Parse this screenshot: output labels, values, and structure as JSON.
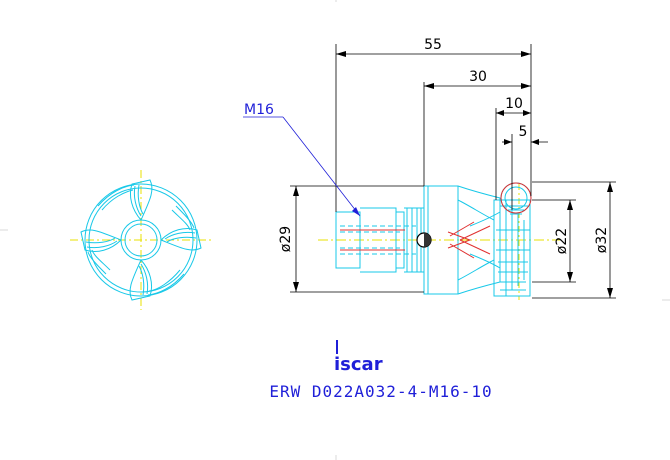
{
  "dimensions": {
    "overall_length": "55",
    "shank_to_tip": "30",
    "head_length": "10",
    "flute_offset": "5",
    "shank_diameter": "ø29",
    "cut_diameter": "ø22",
    "outer_diameter": "ø32"
  },
  "thread_label": "M16",
  "brand": "iscar",
  "part_number": "ERW D022A032-4-M16-10",
  "colors": {
    "background": "#ffffff",
    "outline": "#18c8e8",
    "centerline": "#e8e000",
    "dimension": "#000000",
    "annotation": "#1f1fd8",
    "detail_red": "#e03030",
    "panel_line": "#d8d8d8"
  }
}
